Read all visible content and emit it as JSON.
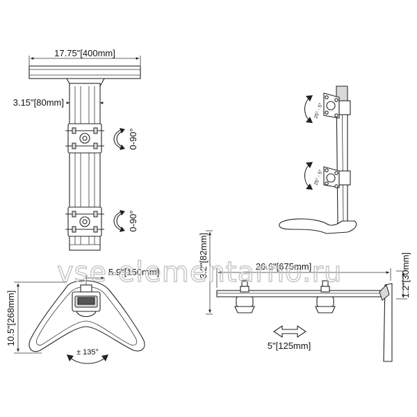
{
  "watermark": "vse-elementarno.ru",
  "front_view": {
    "width_label": "17.75\"[400mm]",
    "column_label": "3.15\"[80mm]",
    "tilt_upper": "0-90°",
    "tilt_lower": "0-90°"
  },
  "perspective_view": {
    "swivel_upper": "25° - 5°",
    "swivel_lower": "25° - 5°"
  },
  "base_view": {
    "offset_label": "5.9\"[150mm]",
    "depth_label": "10.5\"[268mm]",
    "rotation_label": "± 135°"
  },
  "side_view": {
    "height_label": "3.2\"[82mm]",
    "length_label": "26.6\"[675mm]",
    "clamp_label": "1.2\"[30mm]",
    "slide_label": "5\"[125mm]"
  }
}
